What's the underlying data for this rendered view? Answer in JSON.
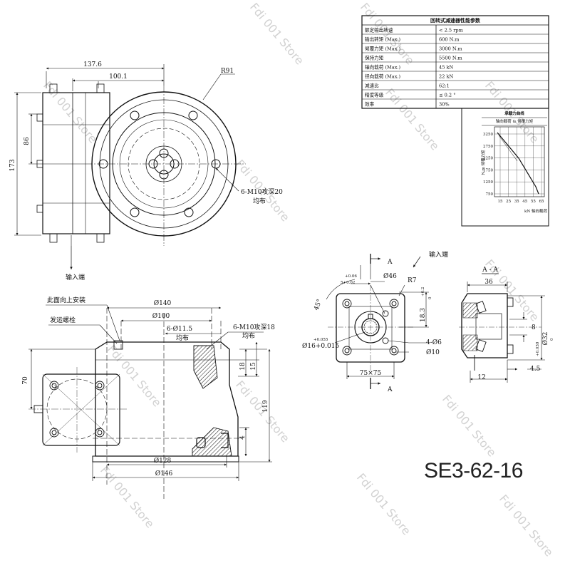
{
  "model": "SE3-62-16",
  "watermark": "Fdi 001 Store",
  "spec_table": {
    "title": "回转式减速器性能参数",
    "rows": [
      {
        "label": "额定输出转速",
        "value": "< 2.5 rpm"
      },
      {
        "label": "输出转矩 (Max.)",
        "value": "600 N.m"
      },
      {
        "label": "倾覆力矩 (Max.)",
        "value": "3000 N.m"
      },
      {
        "label": "保持力矩",
        "value": "5500 N.m"
      },
      {
        "label": "轴向载荷 (Max.)",
        "value": "45 kN"
      },
      {
        "label": "径向载荷 (Max.)",
        "value": "22 kN"
      },
      {
        "label": "减速比",
        "value": "62:1"
      },
      {
        "label": "精度等级",
        "value": "≤ 0.2 °"
      },
      {
        "label": "效率",
        "value": "30%"
      }
    ]
  },
  "load_chart": {
    "title": "承载力曲线",
    "subtitle": "轴向载荷 & 倾覆力矩",
    "ylabel": "N.m 倾覆力矩",
    "xlabel": "kN 轴向载荷",
    "y_ticks": [
      "3250",
      "2750",
      "2250",
      "1750",
      "1250",
      "750"
    ],
    "x_ticks": [
      "15",
      "25",
      "35",
      "45",
      "55",
      "65"
    ]
  },
  "top_view": {
    "dims": [
      "137.6",
      "100.1",
      "86",
      "173"
    ],
    "radius": "R91",
    "hole_note": "6-M10攻深20",
    "hole_note2": "均布",
    "input_label": "输入端"
  },
  "front_view": {
    "labels": [
      "此面向上安装",
      "发运螺栓"
    ],
    "dims": [
      "Ø140",
      "Ø100",
      "6-Ø11.5",
      "均布",
      "6-M10攻深18",
      "均布",
      "70",
      "18",
      "15",
      "119",
      "4",
      "Ø128",
      "Ø146"
    ]
  },
  "input_view": {
    "label": "输入端",
    "section": "A",
    "dims": [
      "+0.06",
      "5+0.02",
      "Ø46",
      "R7",
      "45°",
      "+0.2",
      "18.3",
      "0",
      "+0.055",
      "Ø16+0.015",
      "4-Ø6",
      "Ø10",
      "75×75"
    ]
  },
  "section_view": {
    "title": "A - A",
    "dims": [
      "36",
      "8",
      "4.5",
      "12",
      "+0.039",
      "Ø32",
      "0"
    ]
  }
}
